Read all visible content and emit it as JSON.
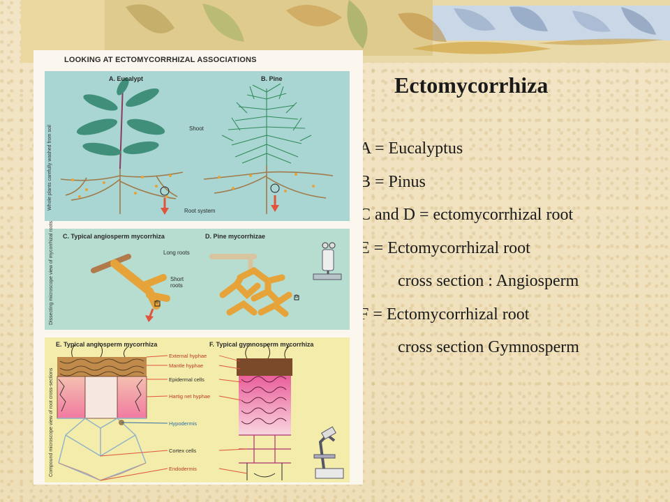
{
  "slide": {
    "title": "Ectomycorrhiza",
    "legend": [
      {
        "text": "A = Eucalyptus",
        "indent": false
      },
      {
        "text": "B = Pinus",
        "indent": false
      },
      {
        "text": "C and D = ectomycorrhizal root",
        "indent": false
      },
      {
        "text": "E = Ectomycorrhizal root",
        "indent": false
      },
      {
        "text": "cross section : Angiosperm",
        "indent": true
      },
      {
        "text": "F = Ectomycorrhizal root",
        "indent": false
      },
      {
        "text": "cross section  Gymnosperm",
        "indent": true
      }
    ]
  },
  "figure": {
    "title": "LOOKING AT ECTOMYCORRHIZAL ASSOCIATIONS",
    "panel1": {
      "side_label": "Whole plants carefully washed from soil",
      "a_label": "A. Eucalypt",
      "b_label": "B. Pine",
      "shoot": "Shoot",
      "root_system": "Root system"
    },
    "panel2": {
      "side_label": "Dissecting microscope view of mycorrhizal roots",
      "c_label": "C. Typical angiosperm mycorrhiza",
      "d_label": "D. Pine  mycorrhizae",
      "long_roots": "Long roots",
      "short_roots": "Short roots",
      "c_marker": "C",
      "d_marker": "D"
    },
    "panel3": {
      "side_label": "Compound microscope view of root cross-sections",
      "e_label": "E. Typical angiosperm mycorrhiza",
      "f_label": "F. Typical gymnosperm mycorrhiza",
      "external_hyphae": "External hyphae",
      "mantle_hyphae": "Mantle hyphae",
      "epidermal_cells": "Epidermal cells",
      "hartig_net": "Hartig net hyphae",
      "hypodermis": "Hypodermis",
      "cortex_cells": "Cortex cells",
      "endodermis": "Endodermis"
    }
  },
  "colors": {
    "panel1_bg": "#a9d6d2",
    "panel2_bg": "#b7ddd0",
    "panel3_bg": "#f3ecaa",
    "fungus_orange": "#e6a33a",
    "arrow_red": "#e2533b",
    "label_red": "#c0392b",
    "label_blue": "#2f6fa5"
  }
}
